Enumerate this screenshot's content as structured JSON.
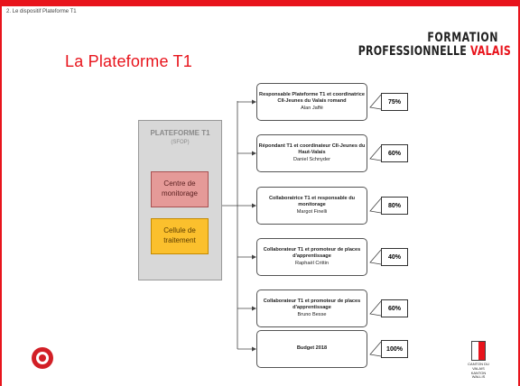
{
  "breadcrumb": "2. Le dispositif Plateforme T1",
  "title": "La Plateforme T1",
  "logo": {
    "line1": "FORMATION",
    "line2_a": "PROFESSIONNELLE ",
    "line2_b": "VALAIS"
  },
  "platform": {
    "title": "PLATEFORME T1",
    "subtitle": "(SFOP)",
    "unit1": "Centre de monitorage",
    "unit2": "Cellule de traitement"
  },
  "roles": [
    {
      "title": "Responsable Plateforme T1 et coordinatrice CII-Jeunes du Valais romand",
      "name": "Alan Jaffé",
      "percent": "75%"
    },
    {
      "title": "Répondant T1 et coordinateur CII-Jeunes du Haut-Valais",
      "name": "Daniel Schnyder",
      "percent": "60%"
    },
    {
      "title": "Collaboratrice T1 et responsable du monitorage",
      "name": "Margot Finelli",
      "percent": "80%"
    },
    {
      "title": "Collaborateur T1 et promoteur de places d'apprentissage",
      "name": "Raphaël Crittin",
      "percent": "40%"
    },
    {
      "title": "Collaborateur T1 et promoteur de places d'apprentissage",
      "name": "Bruno Besse",
      "percent": "60%"
    },
    {
      "title": "Budget 2018",
      "name": "",
      "percent": "100%"
    }
  ],
  "footer": {
    "canton_text": "CANTON DU VALAIS KANTON WALLIS"
  },
  "colors": {
    "accent": "#e8141c",
    "monitor": "#e59a98",
    "cellule": "#fbc02d"
  }
}
